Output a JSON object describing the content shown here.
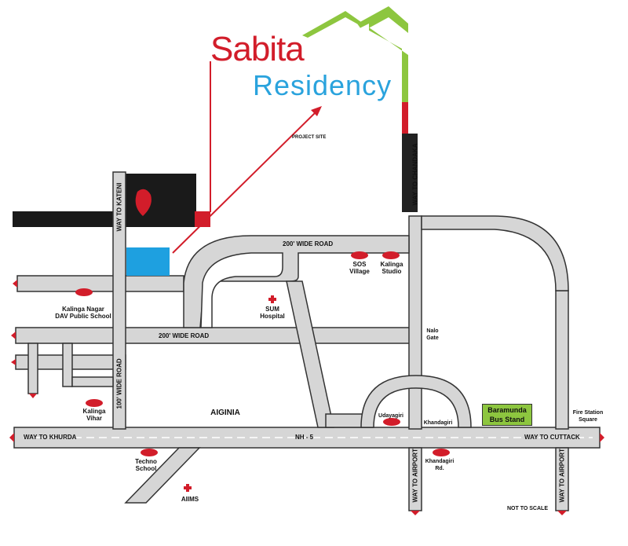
{
  "brand": {
    "title_line1": "Sabita",
    "title_line2": "Residency",
    "colors": {
      "red": "#d21d2a",
      "blue": "#2aa3dd",
      "green": "#8dc63f",
      "road": "#d6d6d6",
      "outline": "#333333"
    }
  },
  "roads": {
    "wide_road_top": "200' WIDE ROAD",
    "wide_road_mid": "200' WIDE ROAD",
    "nh5": "NH - 5",
    "way_to_khurda": "WAY TO KHURDA",
    "way_to_cuttack": "WAY TO CUTTACK",
    "way_to_kateni": "WAY TO KATENI",
    "way_to_chandaka": "WAY TO CHANDAKA",
    "road_100": "100' WIDE ROAD",
    "way_to_airport_1": "WAY TO AIRPORT",
    "way_to_airport_2": "WAY TO AIRPORT"
  },
  "landmarks": {
    "sos_village": "SOS\nVillage",
    "kalinga_studio": "Kalinga\nStudio",
    "dav_school": "Kalinga Nagar\nDAV Public School",
    "sum_hospital": "SUM\nHospital",
    "nalo_gate": "Nalo\nGate",
    "kalinga_vihar": "Kalinga\nVihar",
    "aiginia": "AIGINIA",
    "udayagiri": "Udayagiri",
    "khandagiri": "Khandagiri",
    "bus_stand": "Baramunda\nBus Stand",
    "fire_station": "Fire Station\nSquare",
    "techno_school": "Techno\nSchool",
    "aiims": "AIIMS",
    "khandagiri_rd": "Khandagiri\nRd.",
    "not_to_scale": "NOT TO SCALE",
    "project_site": "PROJECT SITE"
  }
}
